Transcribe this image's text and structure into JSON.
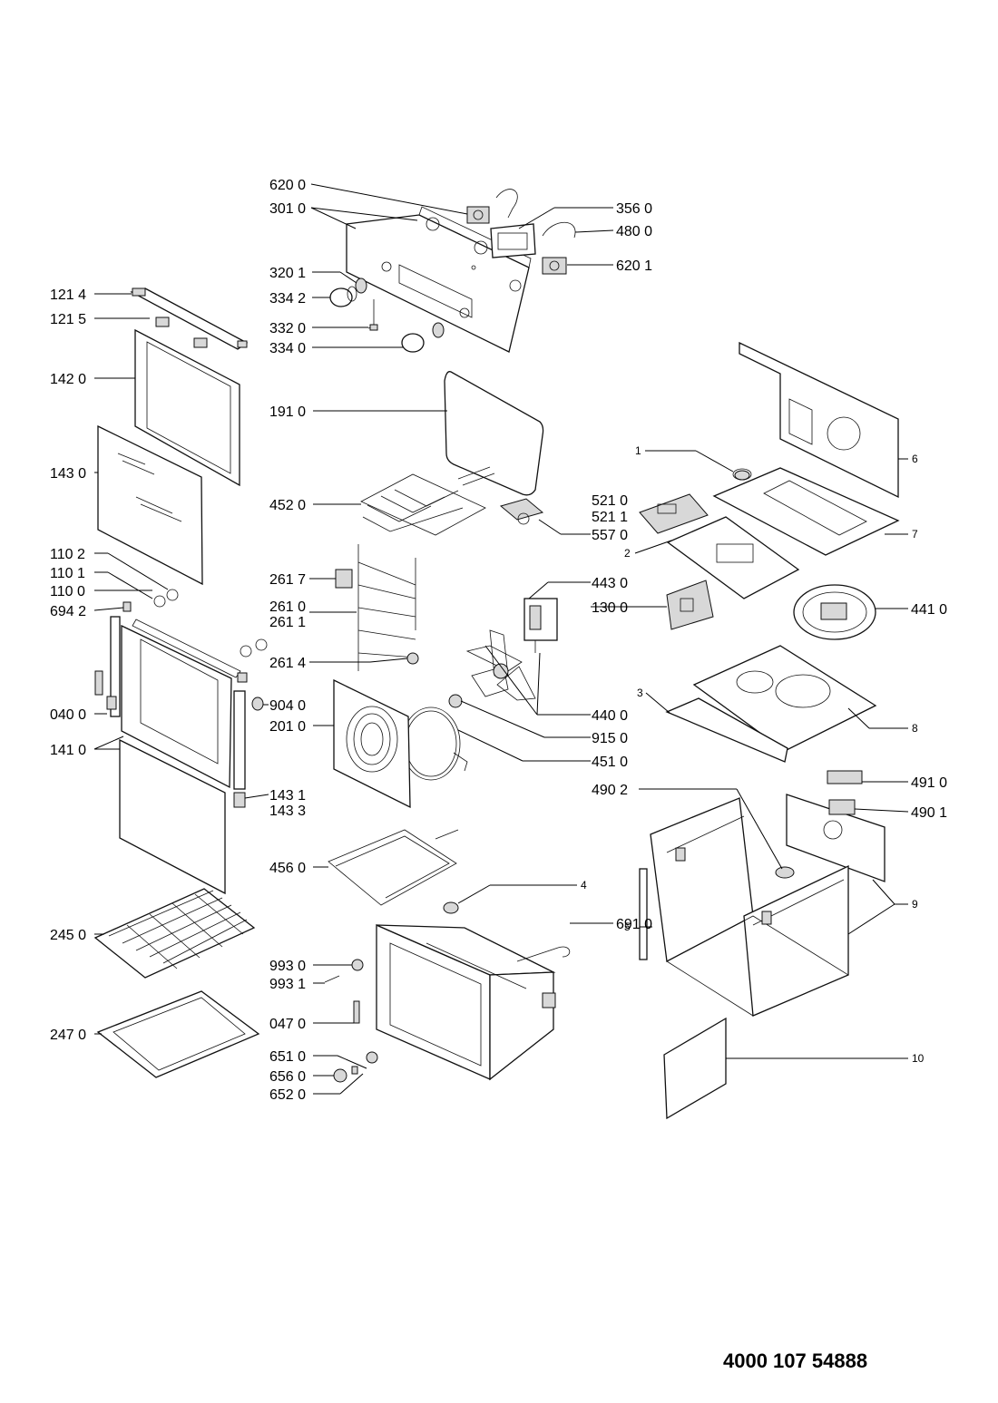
{
  "document_number": "4000 107 54888",
  "parts": [
    {
      "id": "p6200",
      "label": "620 0"
    },
    {
      "id": "p3010",
      "label": "301 0"
    },
    {
      "id": "p3560",
      "label": "356 0"
    },
    {
      "id": "p4800",
      "label": "480 0"
    },
    {
      "id": "p6201",
      "label": "620 1"
    },
    {
      "id": "p3201",
      "label": "320 1"
    },
    {
      "id": "p3342",
      "label": "334 2"
    },
    {
      "id": "p3320",
      "label": "332 0"
    },
    {
      "id": "p3340",
      "label": "334 0"
    },
    {
      "id": "p1214",
      "label": "121 4"
    },
    {
      "id": "p1215",
      "label": "121 5"
    },
    {
      "id": "p1420",
      "label": "142 0"
    },
    {
      "id": "p1910",
      "label": "191 0"
    },
    {
      "id": "p1430",
      "label": "143 0"
    },
    {
      "id": "p4520",
      "label": "452 0"
    },
    {
      "id": "p5210",
      "label": "521 0"
    },
    {
      "id": "p5211",
      "label": "521 1"
    },
    {
      "id": "p5570",
      "label": "557 0"
    },
    {
      "id": "p1102",
      "label": "110 2"
    },
    {
      "id": "p1101",
      "label": "110 1"
    },
    {
      "id": "p1100",
      "label": "110 0"
    },
    {
      "id": "p6942",
      "label": "694 2"
    },
    {
      "id": "p2617",
      "label": "261 7"
    },
    {
      "id": "p2610",
      "label": "261 0"
    },
    {
      "id": "p2611",
      "label": "261 1"
    },
    {
      "id": "p2614",
      "label": "261 4"
    },
    {
      "id": "p4430",
      "label": "443 0"
    },
    {
      "id": "p1300",
      "label": "130 0"
    },
    {
      "id": "p4410",
      "label": "441 0"
    },
    {
      "id": "p0400",
      "label": "040 0"
    },
    {
      "id": "p1410",
      "label": "141 0"
    },
    {
      "id": "p9040",
      "label": "904 0"
    },
    {
      "id": "p2010",
      "label": "201 0"
    },
    {
      "id": "p4400",
      "label": "440 0"
    },
    {
      "id": "p9150",
      "label": "915 0"
    },
    {
      "id": "p4510",
      "label": "451 0"
    },
    {
      "id": "p1431",
      "label": "143 1"
    },
    {
      "id": "p1433",
      "label": "143 3"
    },
    {
      "id": "p4902",
      "label": "490 2"
    },
    {
      "id": "p4910",
      "label": "491 0"
    },
    {
      "id": "p4901",
      "label": "490 1"
    },
    {
      "id": "p4560",
      "label": "456 0"
    },
    {
      "id": "p2450",
      "label": "245 0"
    },
    {
      "id": "p6910",
      "label": "691 0"
    },
    {
      "id": "p9930",
      "label": "993 0"
    },
    {
      "id": "p9931",
      "label": "993 1"
    },
    {
      "id": "p0470",
      "label": "047 0"
    },
    {
      "id": "p2470",
      "label": "247 0"
    },
    {
      "id": "p6510",
      "label": "651 0"
    },
    {
      "id": "p6560",
      "label": "656 0"
    },
    {
      "id": "p6520",
      "label": "652 0"
    },
    {
      "id": "p1",
      "label": "1"
    },
    {
      "id": "p2",
      "label": "2"
    },
    {
      "id": "p3",
      "label": "3"
    },
    {
      "id": "p4",
      "label": "4"
    },
    {
      "id": "p5",
      "label": "5"
    },
    {
      "id": "p6",
      "label": "6"
    },
    {
      "id": "p7",
      "label": "7"
    },
    {
      "id": "p8",
      "label": "8"
    },
    {
      "id": "p9",
      "label": "9"
    },
    {
      "id": "p10",
      "label": "10"
    }
  ]
}
